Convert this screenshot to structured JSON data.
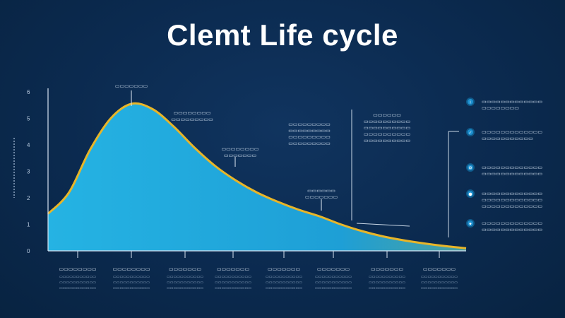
{
  "title": "Clemt Life cycle",
  "colors": {
    "background": "#0b2a4f",
    "area_fill": "#1fa7d8",
    "curve": "#e8b528",
    "axis": "#d7e3f1"
  },
  "chart_data": {
    "type": "area",
    "title": "Clemt Life cycle",
    "xlabel": "",
    "ylabel": "",
    "x": [
      0,
      0.5,
      1,
      1.5,
      2,
      2.5,
      3,
      3.5,
      4,
      4.5,
      5,
      5.5,
      6,
      6.5,
      7,
      7.5,
      8,
      8.5,
      9,
      9.5,
      10
    ],
    "xlim": [
      0,
      10
    ],
    "ylim": [
      0,
      6
    ],
    "series": [
      {
        "values": [
          1.4,
          2.2,
          3.8,
          5.0,
          5.55,
          5.35,
          4.7,
          3.9,
          3.2,
          2.65,
          2.2,
          1.85,
          1.55,
          1.3,
          1.0,
          0.75,
          0.55,
          0.4,
          0.28,
          0.18,
          0.1
        ]
      }
    ],
    "y_tick_labels": [
      "0",
      "1",
      "2",
      "3",
      "4",
      "5",
      "6"
    ],
    "grid": false,
    "legend": "none"
  },
  "annotations": [
    {
      "id": "peak",
      "lines": [
        "▭▭▭▭▭▭▭"
      ]
    },
    {
      "id": "a1",
      "lines": [
        "▭▭▭▭▭▭▭▭",
        "▭▭▭▭▭▭▭▭▭"
      ]
    },
    {
      "id": "a2",
      "lines": [
        "▭▭▭▭▭▭▭▭",
        "▭▭▭▭▭▭▭"
      ]
    },
    {
      "id": "a3",
      "lines": [
        "▭▭▭▭▭▭▭▭▭",
        "▭▭▭▭▭▭▭▭▭",
        "▭▭▭▭▭▭▭▭▭",
        "▭▭▭▭▭▭▭▭▭"
      ]
    },
    {
      "id": "a4",
      "lines": [
        "▭▭▭▭▭▭",
        "▭▭▭▭▭▭▭"
      ]
    },
    {
      "id": "a5",
      "lines": [
        "▭▭▭▭▭▭",
        "▭▭▭▭▭▭▭▭▭▭",
        "▭▭▭▭▭▭▭▭▭▭",
        "▭▭▭▭▭▭▭▭▭▭",
        "▭▭▭▭▭▭▭▭▭▭"
      ]
    }
  ],
  "stages": [
    {
      "label": "▭▭▭▭▭▭▭▭",
      "desc": [
        "▭▭▭▭▭▭▭▭▭▭▭",
        "▭▭▭▭▭▭▭▭▭▭▭",
        "▭▭▭▭▭▭▭▭▭▭▭"
      ]
    },
    {
      "label": "▭▭▭▭▭▭▭▭",
      "desc": [
        "▭▭▭▭▭▭▭▭▭▭▭",
        "▭▭▭▭▭▭▭▭▭▭▭",
        "▭▭▭▭▭▭▭▭▭▭▭"
      ]
    },
    {
      "label": "▭▭▭▭▭▭▭",
      "desc": [
        "▭▭▭▭▭▭▭▭▭▭▭",
        "▭▭▭▭▭▭▭▭▭▭▭",
        "▭▭▭▭▭▭▭▭▭▭▭"
      ]
    },
    {
      "label": "▭▭▭▭▭▭▭",
      "desc": [
        "▭▭▭▭▭▭▭▭▭▭▭",
        "▭▭▭▭▭▭▭▭▭▭▭",
        "▭▭▭▭▭▭▭▭▭▭▭"
      ]
    },
    {
      "label": "▭▭▭▭▭▭▭",
      "desc": [
        "▭▭▭▭▭▭▭▭▭▭▭",
        "▭▭▭▭▭▭▭▭▭▭▭",
        "▭▭▭▭▭▭▭▭▭▭▭"
      ]
    },
    {
      "label": "▭▭▭▭▭▭▭",
      "desc": [
        "▭▭▭▭▭▭▭▭▭▭▭",
        "▭▭▭▭▭▭▭▭▭▭▭",
        "▭▭▭▭▭▭▭▭▭▭▭"
      ]
    },
    {
      "label": "▭▭▭▭▭▭▭",
      "desc": [
        "▭▭▭▭▭▭▭▭▭▭▭",
        "▭▭▭▭▭▭▭▭▭▭▭",
        "▭▭▭▭▭▭▭▭▭▭▭"
      ]
    },
    {
      "label": "▭▭▭▭▭▭▭",
      "desc": [
        "▭▭▭▭▭▭▭▭▭▭▭",
        "▭▭▭▭▭▭▭▭▭▭▭",
        "▭▭▭▭▭▭▭▭▭▭▭"
      ]
    }
  ],
  "side_panel": [
    {
      "icon": "info-icon",
      "lines": [
        "▭▭▭▭▭▭▭▭▭▭▭▭▭",
        "▭▭▭▭▭▭▭▭"
      ]
    },
    {
      "icon": "check-icon",
      "lines": [
        "▭▭▭▭▭▭▭▭▭▭▭▭▭",
        "▭▭▭▭▭▭▭▭▭▭▭"
      ]
    },
    {
      "icon": "gear-icon",
      "lines": [
        "▭▭▭▭▭▭▭▭▭▭▭▭▭",
        "▭▭▭▭▭▭▭▭▭▭▭▭▭"
      ]
    },
    {
      "icon": "user-icon",
      "lines": [
        "▭▭▭▭▭▭▭▭▭▭▭▭▭",
        "▭▭▭▭▭▭▭▭▭▭▭▭▭",
        "▭▭▭▭▭▭▭▭▭▭▭▭▭"
      ]
    },
    {
      "icon": "star-icon",
      "lines": [
        "▭▭▭▭▭▭▭▭▭▭▭▭▭",
        "▭▭▭▭▭▭▭▭▭▭▭▭▭"
      ]
    }
  ]
}
